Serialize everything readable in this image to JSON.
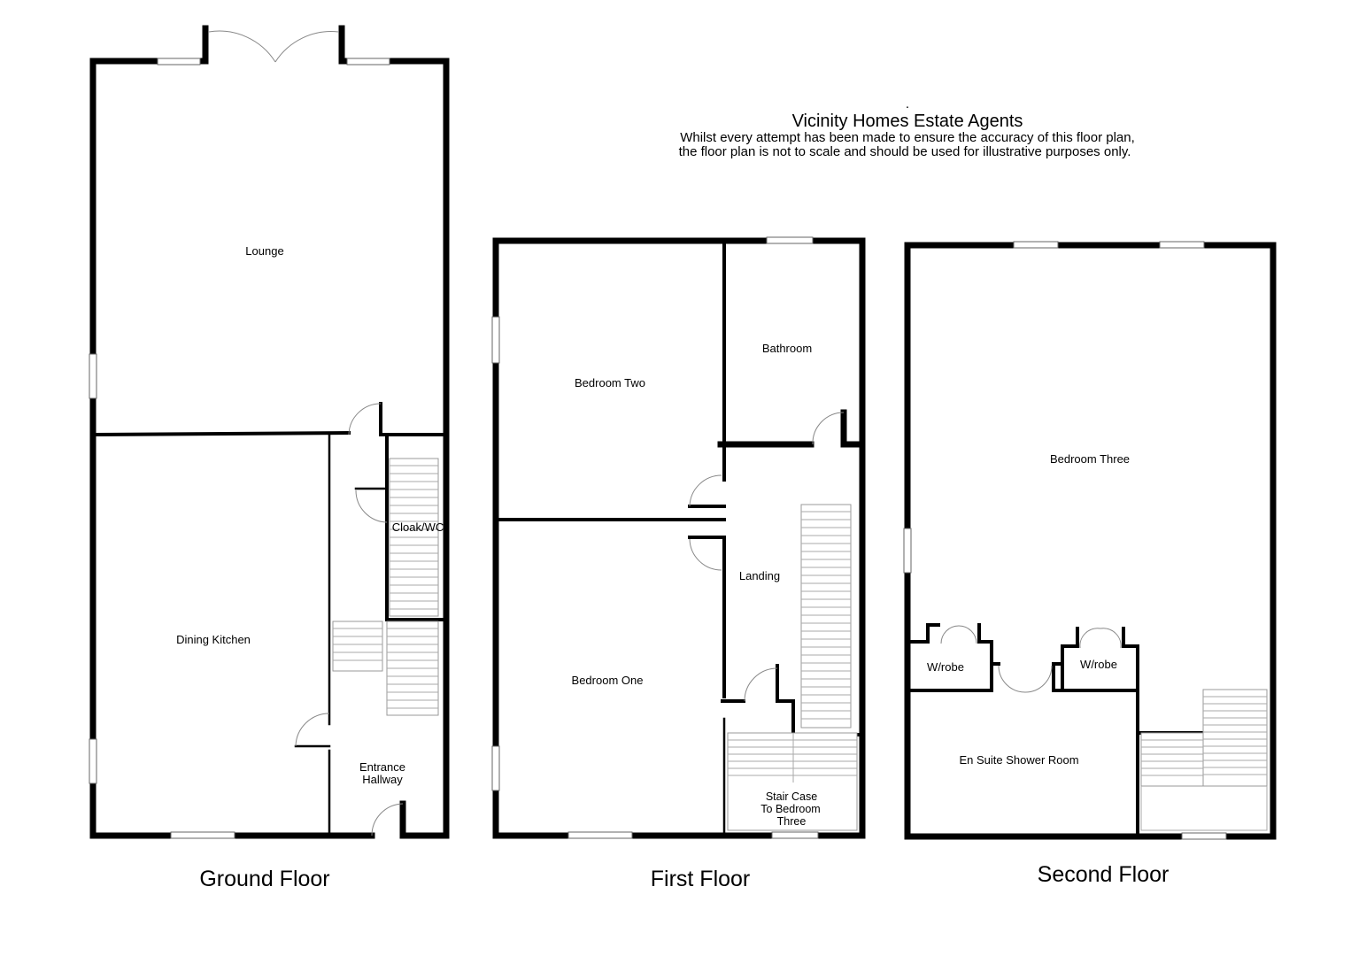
{
  "header": {
    "dot": ".",
    "title": "Vicinity Homes Estate Agents",
    "disclaimer_line1": "Whilst every attempt has been made to ensure the accuracy of this floor plan,",
    "disclaimer_line2": "the floor plan is not to scale and should be used for illustrative purposes only."
  },
  "floors": {
    "ground": "Ground Floor",
    "first": "First Floor",
    "second": "Second Floor"
  },
  "rooms": {
    "lounge": "Lounge",
    "dining_kitchen": "Dining Kitchen",
    "cloak_wc": "Cloak/WC",
    "entrance_1": "Entrance",
    "entrance_2": "Hallway",
    "bedroom_two": "Bedroom Two",
    "bathroom": "Bathroom",
    "landing": "Landing",
    "bedroom_one": "Bedroom One",
    "stair_1": "Stair Case",
    "stair_2": "To Bedroom",
    "stair_3": "Three",
    "bedroom_three": "Bedroom Three",
    "wrobe_left": "W/robe",
    "wrobe_right": "W/robe",
    "en_suite": "En Suite Shower Room"
  }
}
